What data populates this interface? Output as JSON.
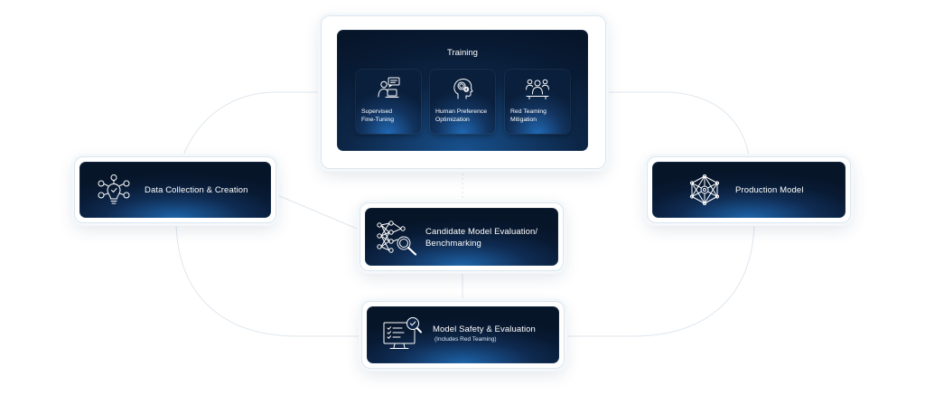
{
  "training": {
    "title": "Training",
    "steps": [
      {
        "line1": "Supervised",
        "line2": "Fine-Tuning",
        "icon": "person-laptop-icon"
      },
      {
        "line1": "Human Preference",
        "line2": "Optimization",
        "icon": "head-gears-icon"
      },
      {
        "line1": "Red Teaming",
        "line2": "Mitigation",
        "icon": "team-people-icon"
      }
    ]
  },
  "data_collection": {
    "label": "Data Collection & Creation",
    "icon": "lightbulb-network-icon"
  },
  "production": {
    "label": "Production Model",
    "icon": "neural-network-icon"
  },
  "candidate_eval": {
    "line1": "Candidate Model Evaluation/",
    "line2": "Benchmarking",
    "icon": "network-magnifier-icon"
  },
  "safety_eval": {
    "label": "Model Safety & Evaluation",
    "sublabel": "(Includes Red Teaming)",
    "icon": "monitor-checklist-icon"
  },
  "colors": {
    "card_dark": "#081a33",
    "card_glow": "#1d63a8",
    "connector": "#dfe7ee",
    "frame_border": "#dbe6ee"
  }
}
